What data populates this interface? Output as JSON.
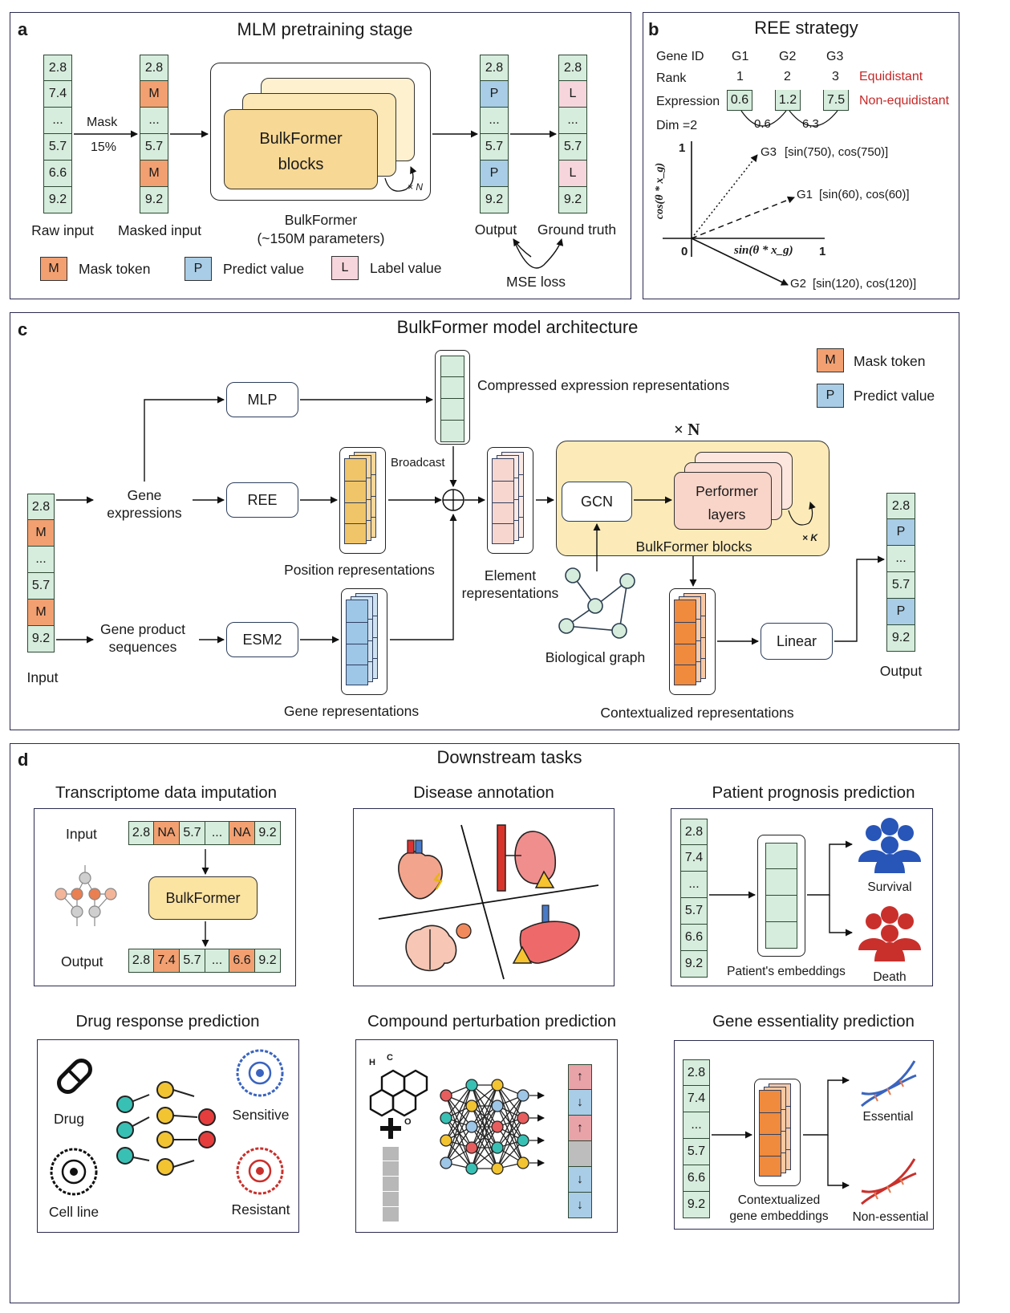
{
  "colors": {
    "green_cell": "#d6ecdc",
    "mask": "#f2a071",
    "predict": "#a9cde6",
    "label": "#f7d5dc",
    "bulkformer": "#fbe6a8",
    "red_text": "#c62828",
    "border": "#2b2b52"
  },
  "panel_a": {
    "letter": "a",
    "title": "MLM pretraining stage",
    "raw_input": [
      "2.8",
      "7.4",
      "...",
      "5.7",
      "6.6",
      "9.2"
    ],
    "masked_input": [
      "2.8",
      "M",
      "...",
      "5.7",
      "M",
      "9.2"
    ],
    "output": [
      "2.8",
      "P",
      "...",
      "5.7",
      "P",
      "9.2"
    ],
    "ground_truth": [
      "2.8",
      "L",
      "...",
      "5.7",
      "L",
      "9.2"
    ],
    "mask_label": "Mask",
    "mask_pct": "15%",
    "block_line1": "BulkFormer",
    "block_line2": "blocks",
    "repeat": "× N",
    "model_name": "BulkFormer",
    "model_params": "(~150M parameters)",
    "raw_input_label": "Raw input",
    "masked_input_label": "Masked input",
    "output_label": "Output",
    "ground_truth_label": "Ground truth",
    "loss_label": "MSE loss",
    "legend": [
      {
        "symbol": "M",
        "text": "Mask token"
      },
      {
        "symbol": "P",
        "text": "Predict value"
      },
      {
        "symbol": "L",
        "text": "Label value"
      }
    ]
  },
  "panel_b": {
    "letter": "b",
    "title": "REE strategy",
    "gene_id_label": "Gene ID",
    "genes": [
      "G1",
      "G2",
      "G3"
    ],
    "rank_label": "Rank",
    "ranks": [
      "1",
      "2",
      "3"
    ],
    "rank_note": "Equidistant",
    "expression_label": "Expression",
    "expressions": [
      "0.6",
      "1.2",
      "7.5"
    ],
    "expression_note": "Non-equidistant",
    "gaps": [
      "0.6",
      "6.3"
    ],
    "dim_label": "Dim =2",
    "ylabel": "cos(θ * x_g)",
    "xlabel": "sin(θ * x_g)",
    "tick_one_y": "1",
    "tick_zero": "0",
    "tick_one_x": "1",
    "vectors": [
      {
        "gene": "G3",
        "text": "[sin(750), cos(750)]"
      },
      {
        "gene": "G1",
        "text": "[sin(60), cos(60)]"
      },
      {
        "gene": "G2",
        "text": "[sin(120), cos(120)]"
      }
    ]
  },
  "panel_c": {
    "letter": "c",
    "title": "BulkFormer model architecture",
    "input_values": [
      "2.8",
      "M",
      "...",
      "5.7",
      "M",
      "9.2"
    ],
    "output_values": [
      "2.8",
      "P",
      "...",
      "5.7",
      "P",
      "9.2"
    ],
    "input_label": "Input",
    "output_label": "Output",
    "gene_expr_line1": "Gene",
    "gene_expr_line2": "expressions",
    "gene_prod_line1": "Gene product",
    "gene_prod_line2": "sequences",
    "mlp": "MLP",
    "ree": "REE",
    "esm2": "ESM2",
    "gcn": "GCN",
    "linear": "Linear",
    "compressed_label": "Compressed expression representations",
    "broadcast_label": "Broadcast",
    "position_label": "Position representations",
    "gene_repr_label": "Gene representations",
    "element_line1": "Element",
    "element_line2": "representations",
    "bio_graph_label": "Biological graph",
    "contextual_label": "Contextualized representations",
    "times_n": "× N",
    "performer_line1": "Performer",
    "performer_line2": "layers",
    "times_k": "× K",
    "blocks_label": "BulkFormer blocks",
    "legend": [
      {
        "symbol": "M",
        "text": "Mask token"
      },
      {
        "symbol": "P",
        "text": "Predict value"
      }
    ]
  },
  "panel_d": {
    "letter": "d",
    "title": "Downstream tasks",
    "imputation": {
      "title": "Transcriptome data imputation",
      "input_label": "Input",
      "output_label": "Output",
      "input_values": [
        "2.8",
        "NA",
        "5.7",
        "...",
        "NA",
        "9.2"
      ],
      "output_values": [
        "2.8",
        "7.4",
        "5.7",
        "...",
        "6.6",
        "9.2"
      ],
      "model": "BulkFormer"
    },
    "disease": {
      "title": "Disease annotation"
    },
    "prognosis": {
      "title": "Patient prognosis prediction",
      "values": [
        "2.8",
        "7.4",
        "...",
        "5.7",
        "6.6",
        "9.2"
      ],
      "embeddings_label": "Patient's embeddings",
      "survival": "Survival",
      "death": "Death"
    },
    "drug": {
      "title": "Drug response prediction",
      "drug_label": "Drug",
      "cell_line_label": "Cell line",
      "sensitive": "Sensitive",
      "resistant": "Resistant"
    },
    "compound": {
      "title": "Compound perturbation prediction",
      "atom_h": "H",
      "atom_c": "C",
      "atom_o": "O"
    },
    "essentiality": {
      "title": "Gene essentiality prediction",
      "values": [
        "2.8",
        "7.4",
        "...",
        "5.7",
        "6.6",
        "9.2"
      ],
      "embeddings_line1": "Contextualized",
      "embeddings_line2": "gene embeddings",
      "essential": "Essential",
      "non_essential": "Non-essential"
    }
  }
}
